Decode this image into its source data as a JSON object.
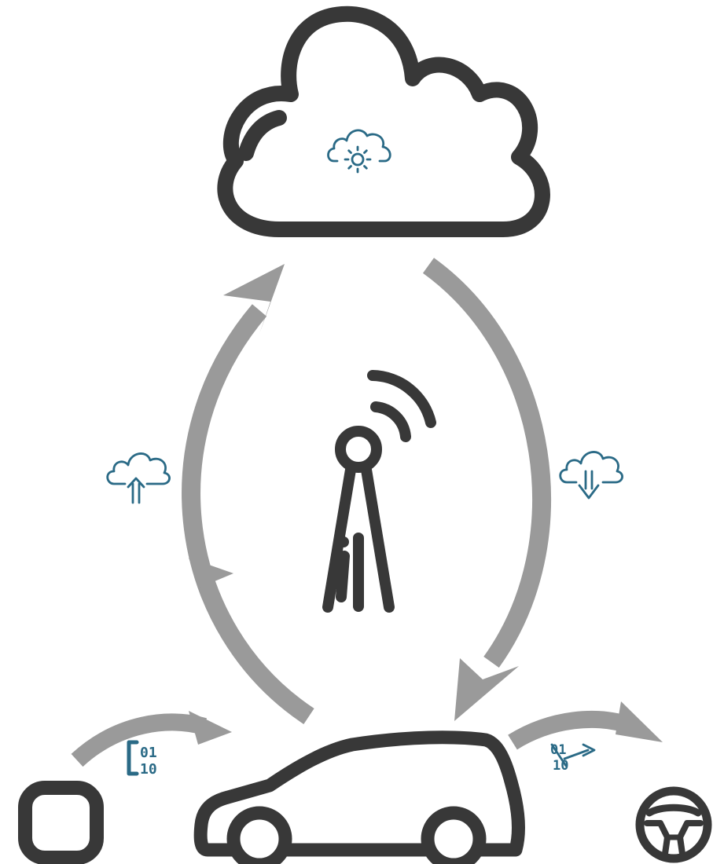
{
  "colors": {
    "outline": "#383838",
    "arrow": "#9a9a9a",
    "accent": "#2a6a86"
  },
  "nodes": [
    {
      "id": "cloud",
      "icon": "cloud-icon"
    },
    {
      "id": "tower",
      "icon": "cell-tower-icon"
    },
    {
      "id": "car",
      "icon": "car-icon"
    },
    {
      "id": "chip",
      "icon": "chip-icon"
    },
    {
      "id": "steering",
      "icon": "steering-wheel-icon"
    }
  ],
  "badges": {
    "cloud_service": "cloud-gear-icon",
    "upload": "cloud-upload-icon",
    "download": "cloud-download-icon",
    "input_data": "binary-data-icon",
    "output_data": "binary-data-arrow-icon"
  },
  "flows": [
    {
      "from": "car",
      "to": "cloud",
      "badge": "upload"
    },
    {
      "from": "cloud",
      "to": "car",
      "badge": "download"
    },
    {
      "from": "chip",
      "to": "car",
      "badge": "input_data"
    },
    {
      "from": "car",
      "to": "steering",
      "badge": "output_data"
    }
  ],
  "bits_in": {
    "row1": "01",
    "row2": "10"
  },
  "bits_out": {
    "row1": "01",
    "row2": "10"
  }
}
